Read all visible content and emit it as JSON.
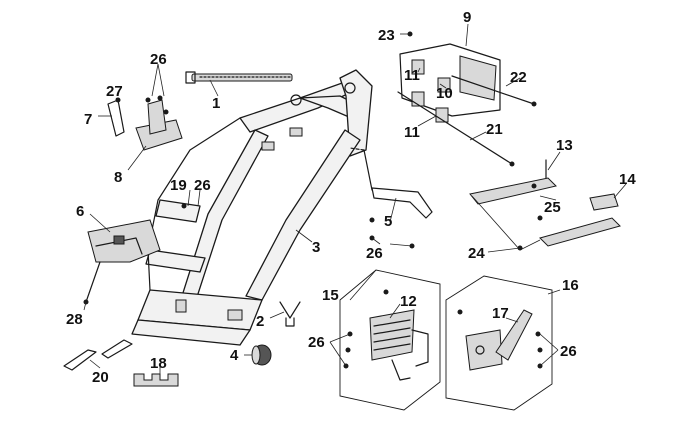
{
  "diagram": {
    "callouts": [
      "1",
      "2",
      "3",
      "4",
      "5",
      "6",
      "7",
      "8",
      "9",
      "10",
      "11",
      "11",
      "12",
      "13",
      "14",
      "15",
      "16",
      "17",
      "18",
      "19",
      "20",
      "21",
      "22",
      "23",
      "24",
      "25",
      "26",
      "26",
      "26",
      "26",
      "26",
      "26",
      "27",
      "28"
    ],
    "style": {
      "line_color": "#1a1a1a",
      "fill_light": "#d9d9d9",
      "background": "#ffffff"
    }
  }
}
